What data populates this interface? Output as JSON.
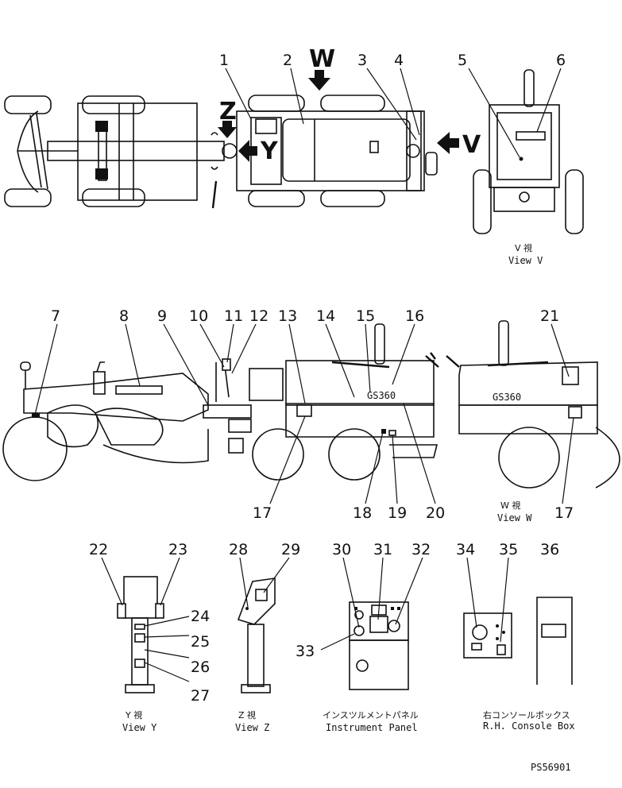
{
  "drawing_id": "PS56901",
  "direction_markers": [
    {
      "id": "W",
      "label": "W"
    },
    {
      "id": "V",
      "label": "V"
    },
    {
      "id": "Z",
      "label": "Z"
    },
    {
      "id": "Y",
      "label": "Y"
    }
  ],
  "callouts": [
    "1",
    "2",
    "3",
    "4",
    "5",
    "6",
    "7",
    "8",
    "9",
    "10",
    "11",
    "12",
    "13",
    "14",
    "15",
    "16",
    "17",
    "18",
    "19",
    "20",
    "21",
    "22",
    "23",
    "24",
    "25",
    "26",
    "27",
    "28",
    "29",
    "30",
    "31",
    "32",
    "33",
    "34",
    "35",
    "36"
  ],
  "repeat_callouts": {
    "c17b": "17"
  },
  "model_markings": {
    "side": "GS360",
    "side_w": "GS360"
  },
  "views": {
    "v": {
      "jp": "V 視",
      "en": "View V"
    },
    "w": {
      "jp": "W 視",
      "en": "View W"
    },
    "y": {
      "jp": "Y 視",
      "en": "View Y"
    },
    "z": {
      "jp": "Z 視",
      "en": "View Z"
    },
    "panel": {
      "jp": "インスツルメントパネル",
      "en": "Instrument Panel"
    },
    "console": {
      "jp": "右コンソールボックス",
      "en": "R.H. Console Box"
    }
  }
}
